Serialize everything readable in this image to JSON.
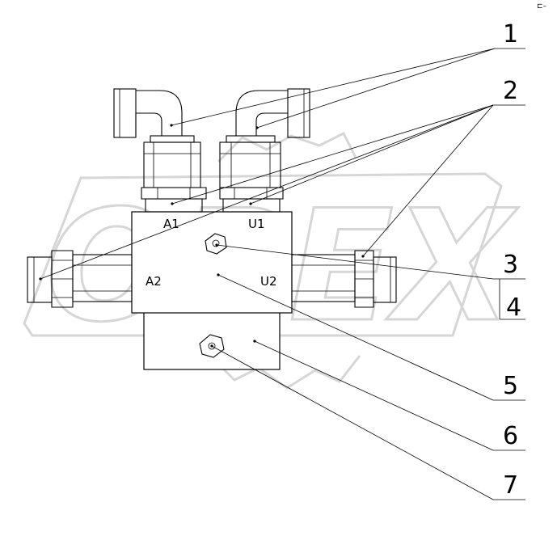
{
  "corner_mark": "⊏–",
  "watermark": {
    "text": "OPEX",
    "color": "#d6d6d6"
  },
  "port_labels": {
    "a1": "A1",
    "u1": "U1",
    "a2": "A2",
    "u2": "U2"
  },
  "callouts": [
    "1",
    "2",
    "3",
    "4",
    "5",
    "6",
    "7"
  ]
}
